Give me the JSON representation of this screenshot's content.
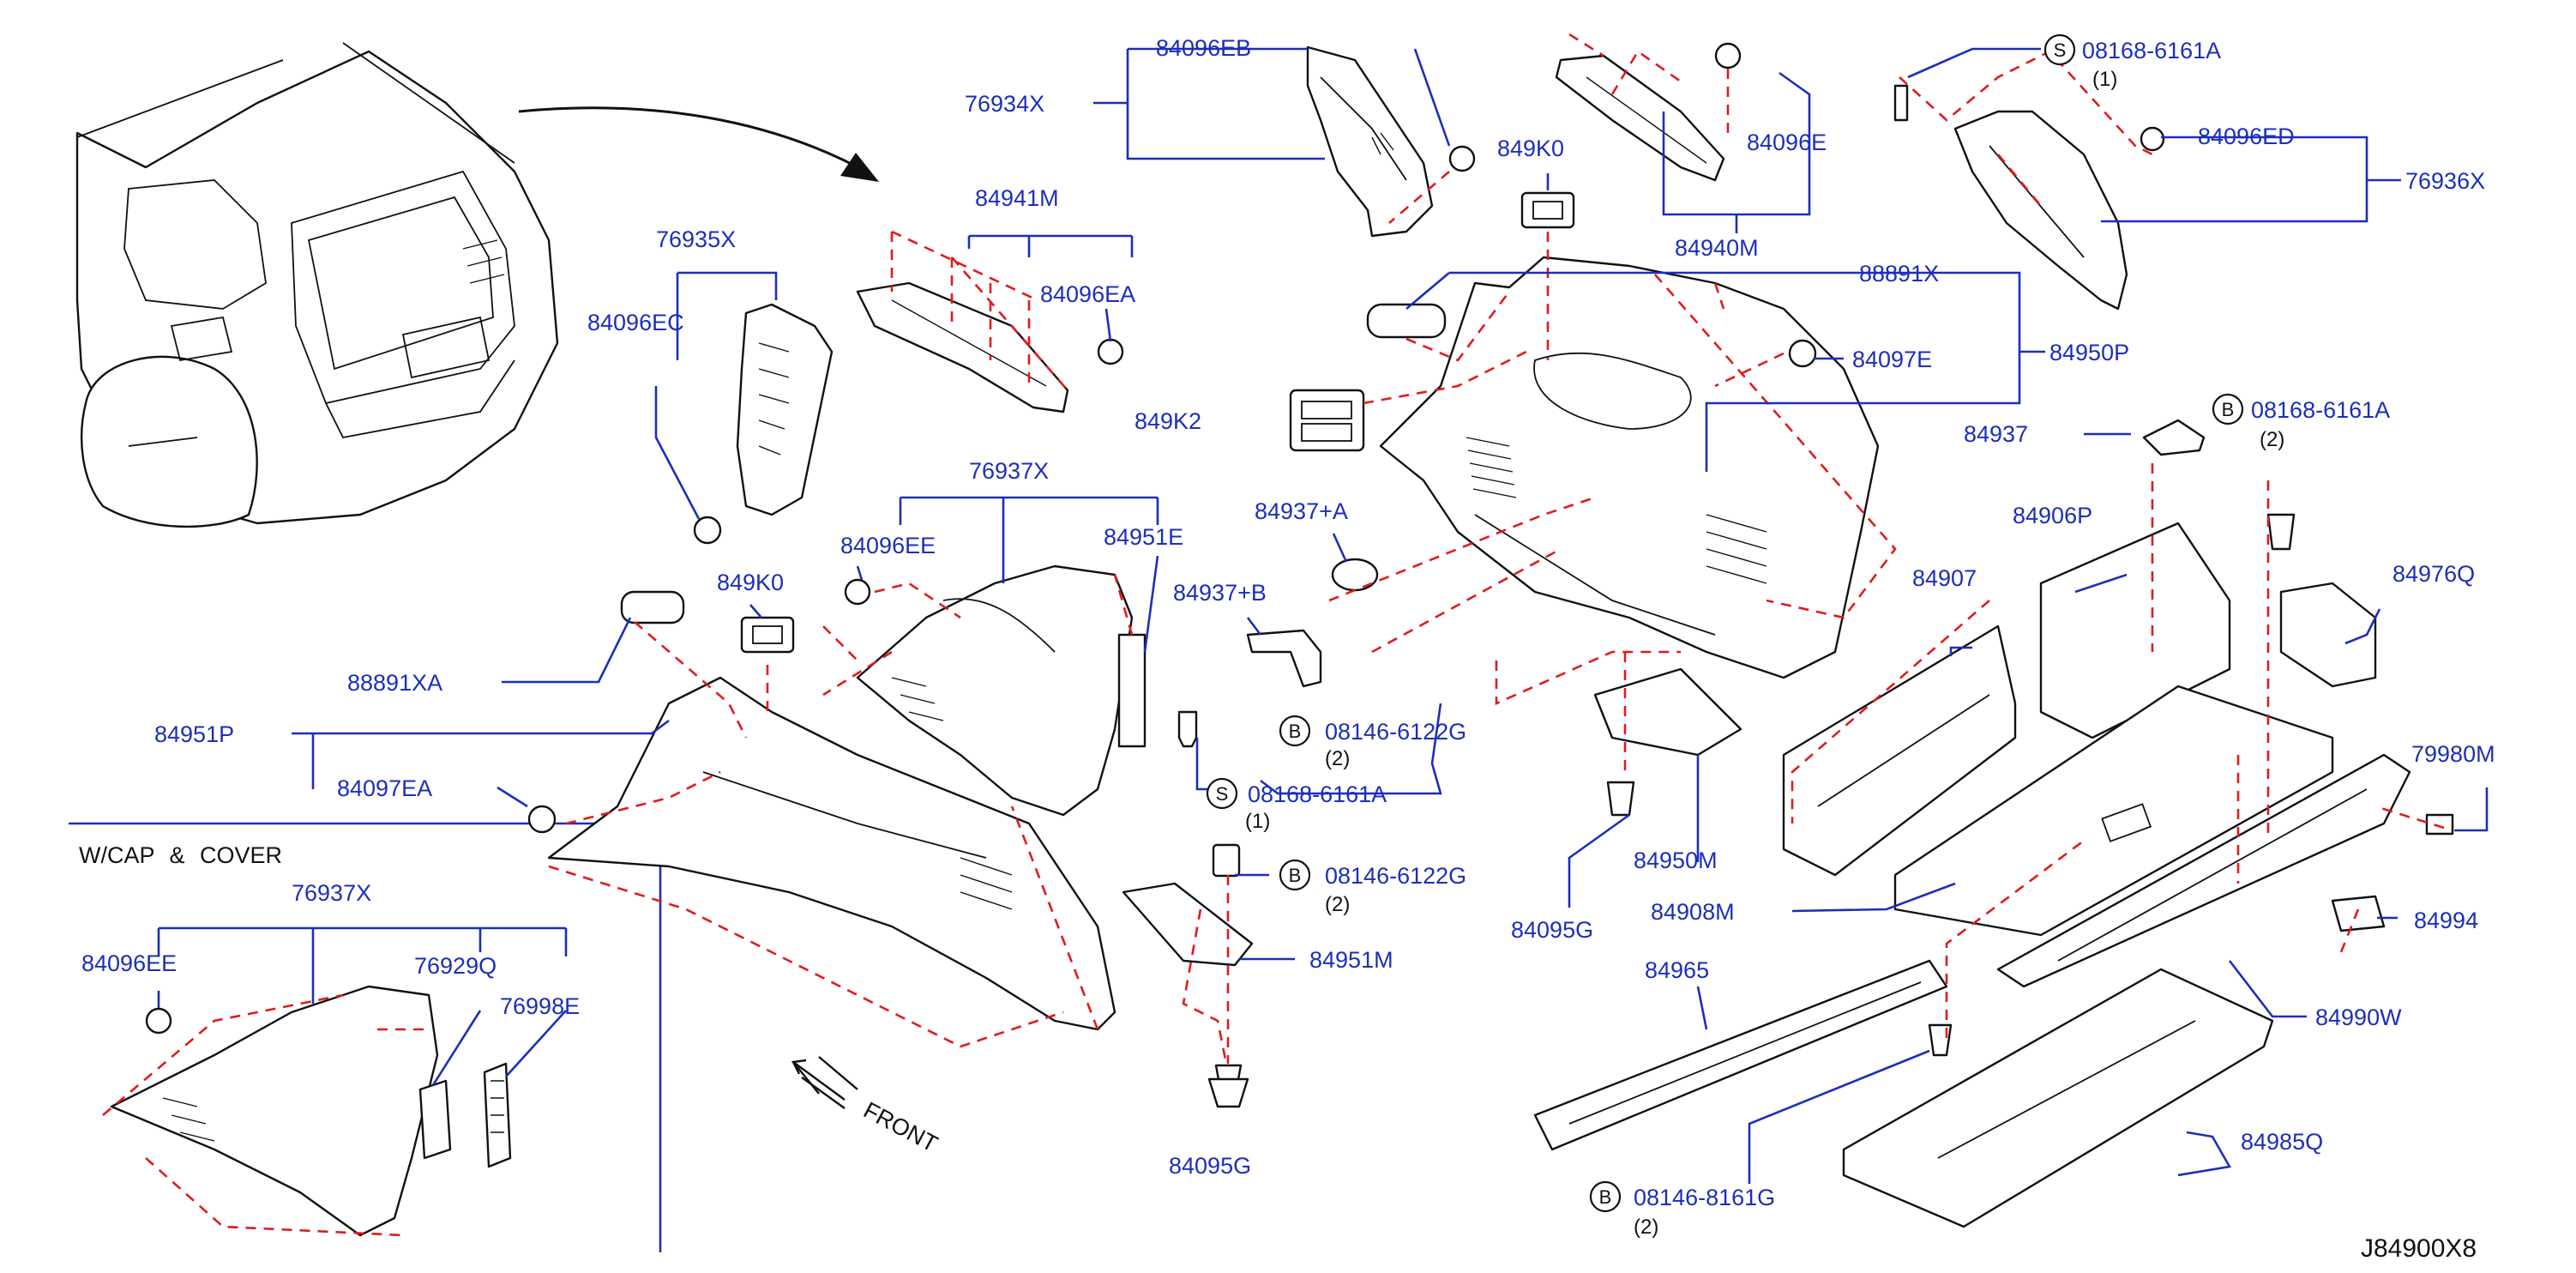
{
  "diagram_code": "J84900X8",
  "inset_title": "W/CAP & COVER",
  "front_label": "FRONT",
  "labels": {
    "p84096EB": "84096EB",
    "p76934X": "76934X",
    "p84941M": "84941M",
    "p84096EA": "84096EA",
    "p76935X": "76935X",
    "p84096EC": "84096EC",
    "p849K0_top": "849K0",
    "p84096E": "84096E",
    "p84940M": "84940M",
    "p08168_6161A_top": "08168-6161A",
    "p84096ED": "84096ED",
    "p76936X": "76936X",
    "p88891X": "88891X",
    "p84950P": "84950P",
    "p84097E": "84097E",
    "p849K2": "849K2",
    "p84937": "84937",
    "p08168_6161A_right": "08168-6161A",
    "p84937A": "84937+A",
    "p84937B": "84937+B",
    "p76937X": "76937X",
    "p84096EE": "84096EE",
    "p84951E": "84951E",
    "p849K0_mid": "849K0",
    "p88891XA": "88891XA",
    "p84951P": "84951P",
    "p84097EA": "84097EA",
    "p08146_6122G_a": "08146-6122G",
    "p08168_6161A_mid": "08168-6161A",
    "p08146_6122G_b": "08146-6122G",
    "p84951M": "84951M",
    "p84095G_left": "84095G",
    "p84906P": "84906P",
    "p84907": "84907",
    "p84976Q": "84976Q",
    "p79980M": "79980M",
    "p84950M": "84950M",
    "p84095G_mid": "84095G",
    "p84908M": "84908M",
    "p84994": "84994",
    "p84965": "84965",
    "p84990W": "84990W",
    "p84985Q": "84985Q",
    "p08146_8161G": "08146-8161G",
    "inset_76937X": "76937X",
    "inset_84096EE": "84096EE",
    "inset_76929Q": "76929Q",
    "inset_76998E": "76998E"
  },
  "quantities": {
    "q1_top": "(1)",
    "q2_right": "(2)",
    "q1_mid": "(1)",
    "q2_a": "(2)",
    "q2_b": "(2)",
    "q2_bottom": "(2)"
  },
  "callouts": {
    "s_top": "S",
    "b_right": "B",
    "s_mid": "S",
    "b_a": "B",
    "b_b": "B",
    "b_bottom": "B"
  }
}
